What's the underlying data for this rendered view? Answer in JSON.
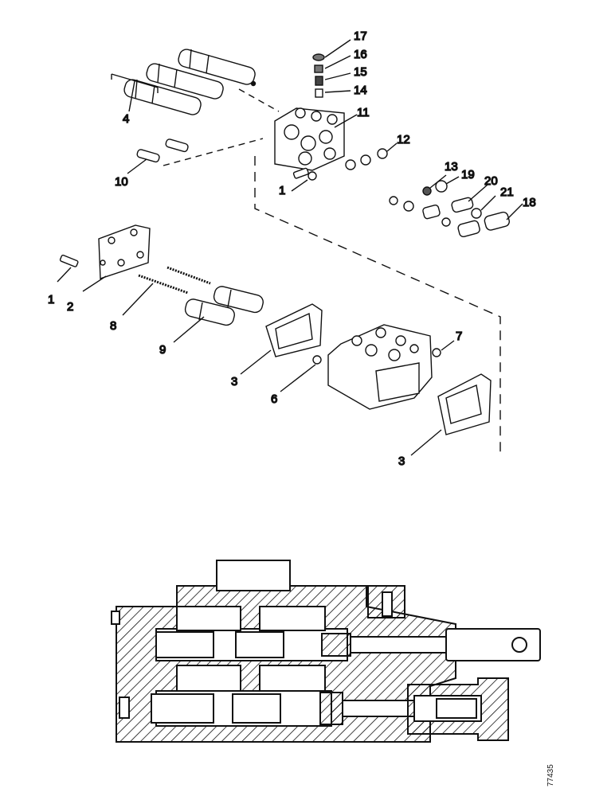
{
  "callouts": {
    "c1a": "1",
    "c1b": "1",
    "c2": "2",
    "c3a": "3",
    "c3b": "3",
    "c4": "4",
    "c6": "6",
    "c7": "7",
    "c8": "8",
    "c9": "9",
    "c10": "10",
    "c11": "11",
    "c12": "12",
    "c13": "13",
    "c14": "14",
    "c15": "15",
    "c16": "16",
    "c17": "17",
    "c18": "18",
    "c19": "19",
    "c20": "20",
    "c21": "21"
  },
  "drawing_reference": "77435",
  "colors": {
    "ink": "#111111",
    "paper": "#ffffff",
    "shade": "#9a9a9a"
  }
}
